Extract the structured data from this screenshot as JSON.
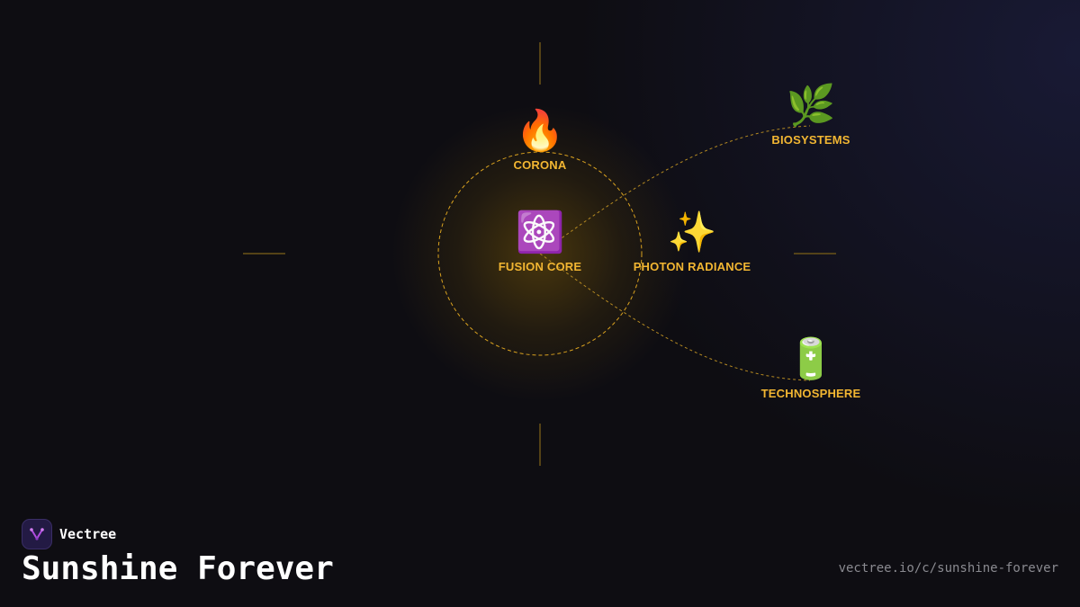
{
  "brand": {
    "name": "Vectree",
    "logo_icon": "vectree-logo-icon"
  },
  "title": "Sunshine Forever",
  "url": "vectree.io/c/sunshine-forever",
  "colors": {
    "background": "#0e0d12",
    "accent_gold": "#f2b632",
    "line_gold": "#d9a21f",
    "tick": "#6b5418",
    "logo_bg": "#231a44",
    "logo_mark": "#b04de0"
  },
  "nodes": [
    {
      "id": "fusion-core",
      "label": "FUSION CORE",
      "icon": "⚛️",
      "icon_name": "atom-icon"
    },
    {
      "id": "corona",
      "label": "CORONA",
      "icon": "🔥",
      "icon_name": "fire-icon"
    },
    {
      "id": "photon-radiance",
      "label": "PHOTON RADIANCE",
      "icon": "✨",
      "icon_name": "sparkles-icon"
    },
    {
      "id": "biosystems",
      "label": "BIOSYSTEMS",
      "icon": "🌿",
      "icon_name": "herb-icon"
    },
    {
      "id": "technosphere",
      "label": "TECHNOSPHERE",
      "icon": "🔋",
      "icon_name": "battery-icon"
    }
  ],
  "edges": [
    {
      "from": "fusion-core",
      "to": "biosystems",
      "style": "dashed"
    },
    {
      "from": "fusion-core",
      "to": "technosphere",
      "style": "dashed"
    },
    {
      "from": "fusion-core",
      "to": "corona",
      "style": "dashed-ring"
    }
  ]
}
